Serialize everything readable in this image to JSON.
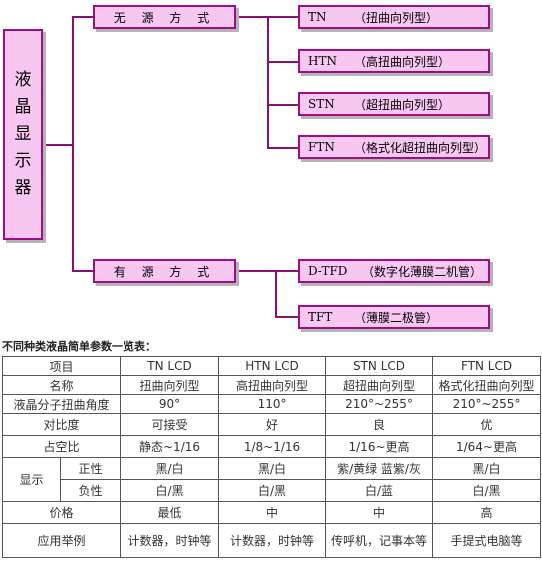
{
  "diagram": {
    "root": [
      "液",
      "晶",
      "显",
      "示",
      "器"
    ],
    "passive": {
      "label": "无 源 方 式",
      "types": [
        {
          "code": "TN",
          "desc": "（扭曲向列型）"
        },
        {
          "code": "HTN",
          "desc": "（高扭曲向列型）"
        },
        {
          "code": "STN",
          "desc": "（超扭曲向列型）"
        },
        {
          "code": "FTN",
          "desc": "（格式化超扭曲向列型）"
        }
      ]
    },
    "active": {
      "label": "有 源 方 式",
      "types": [
        {
          "code": "D-TFD",
          "desc": "（数字化薄膜二机管）"
        },
        {
          "code": "TFT",
          "desc": "（薄膜二极管）"
        }
      ]
    }
  },
  "table": {
    "title": "不同种类液晶简单参数一览表：",
    "header": [
      "项目",
      "TN  LCD",
      "HTN  LCD",
      "STN  LCD",
      "FTN  LCD"
    ],
    "rows": [
      {
        "label": "名称",
        "values": [
          "扭曲向列型",
          "高扭曲向列型",
          "超扭曲向列型",
          "格式化扭曲向列型"
        ]
      },
      {
        "label": "液晶分子扭曲角度",
        "values": [
          "90°",
          "110°",
          "210°~255°",
          "210°~255°"
        ]
      },
      {
        "label": "对比度",
        "values": [
          "可接受",
          "好",
          "良",
          "优"
        ]
      },
      {
        "label": "占空比",
        "values": [
          "静态~1/16",
          "1/8~1/16",
          "1/16~更高",
          "1/64~更高"
        ]
      }
    ],
    "display": {
      "label": "显示",
      "rows": [
        {
          "label": "正性",
          "values": [
            "黑/白",
            "黑/白",
            "紫/黄绿 蓝紫/灰",
            "黑/白"
          ]
        },
        {
          "label": "负性",
          "values": [
            "白/黑",
            "白/黑",
            "白/蓝",
            "白/黑"
          ]
        }
      ]
    },
    "price": {
      "label": "价格",
      "values": [
        "最低",
        "中",
        "中",
        "高"
      ]
    },
    "application": {
      "label": "应用举例",
      "values": [
        "计数器，时钟等",
        "计数器，时钟等",
        "传呼机，记事本等",
        "手提式电脑等"
      ]
    }
  }
}
